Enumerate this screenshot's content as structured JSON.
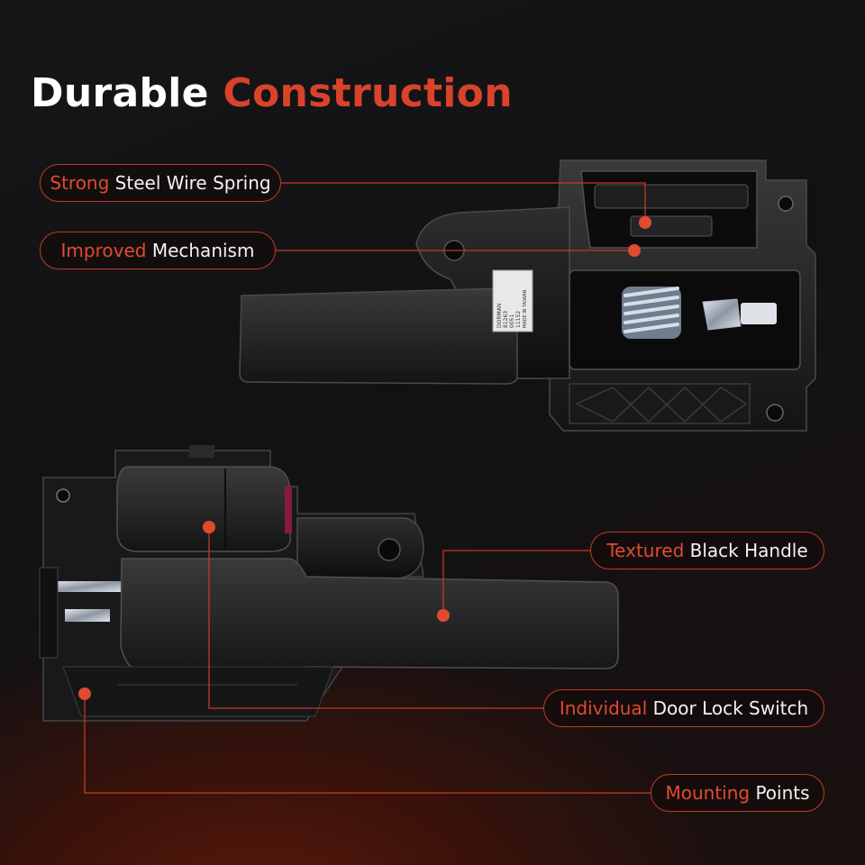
{
  "title": {
    "part1": "Durable",
    "part2": "Construction"
  },
  "colors": {
    "accent": "#d9432a",
    "text": "#ffffff",
    "background": "#141416",
    "line": "#c23a22"
  },
  "callouts": [
    {
      "highlight": "Strong",
      "rest": "Steel Wire Spring"
    },
    {
      "highlight": "Improved",
      "rest": "Mechanism"
    },
    {
      "highlight": "Textured",
      "rest": "Black Handle"
    },
    {
      "highlight": "Individual",
      "rest": "Door Lock Switch"
    },
    {
      "highlight": "Mounting",
      "rest": "Points"
    }
  ],
  "label_sticker": {
    "lines": [
      "DORMAN",
      "81263",
      "0051",
      "11152",
      "MADE IN TAIWAN"
    ]
  },
  "product_images": [
    {
      "name": "door-handle-rear-view"
    },
    {
      "name": "door-handle-front-view"
    }
  ]
}
